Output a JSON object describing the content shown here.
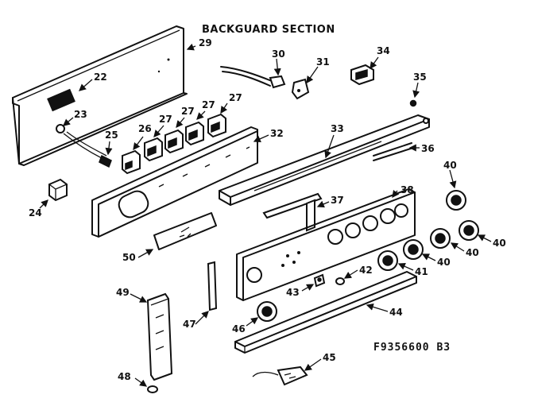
{
  "title": "BACKGUARD SECTION",
  "figure_ref": "F9356600 B3",
  "callouts": {
    "c22": "22",
    "c23": "23",
    "c24": "24",
    "c25": "25",
    "c26": "26",
    "c27a": "27",
    "c27b": "27",
    "c27c": "27",
    "c27d": "27",
    "c29": "29",
    "c30": "30",
    "c31": "31",
    "c32": "32",
    "c33": "33",
    "c34": "34",
    "c35": "35",
    "c36": "36",
    "c37": "37",
    "c38": "38",
    "c40a": "40",
    "c40b": "40",
    "c40c": "40",
    "c40d": "40",
    "c41": "41",
    "c42": "42",
    "c43": "43",
    "c44": "44",
    "c45": "45",
    "c46": "46",
    "c47": "47",
    "c48": "48",
    "c49": "49",
    "c50": "50"
  }
}
